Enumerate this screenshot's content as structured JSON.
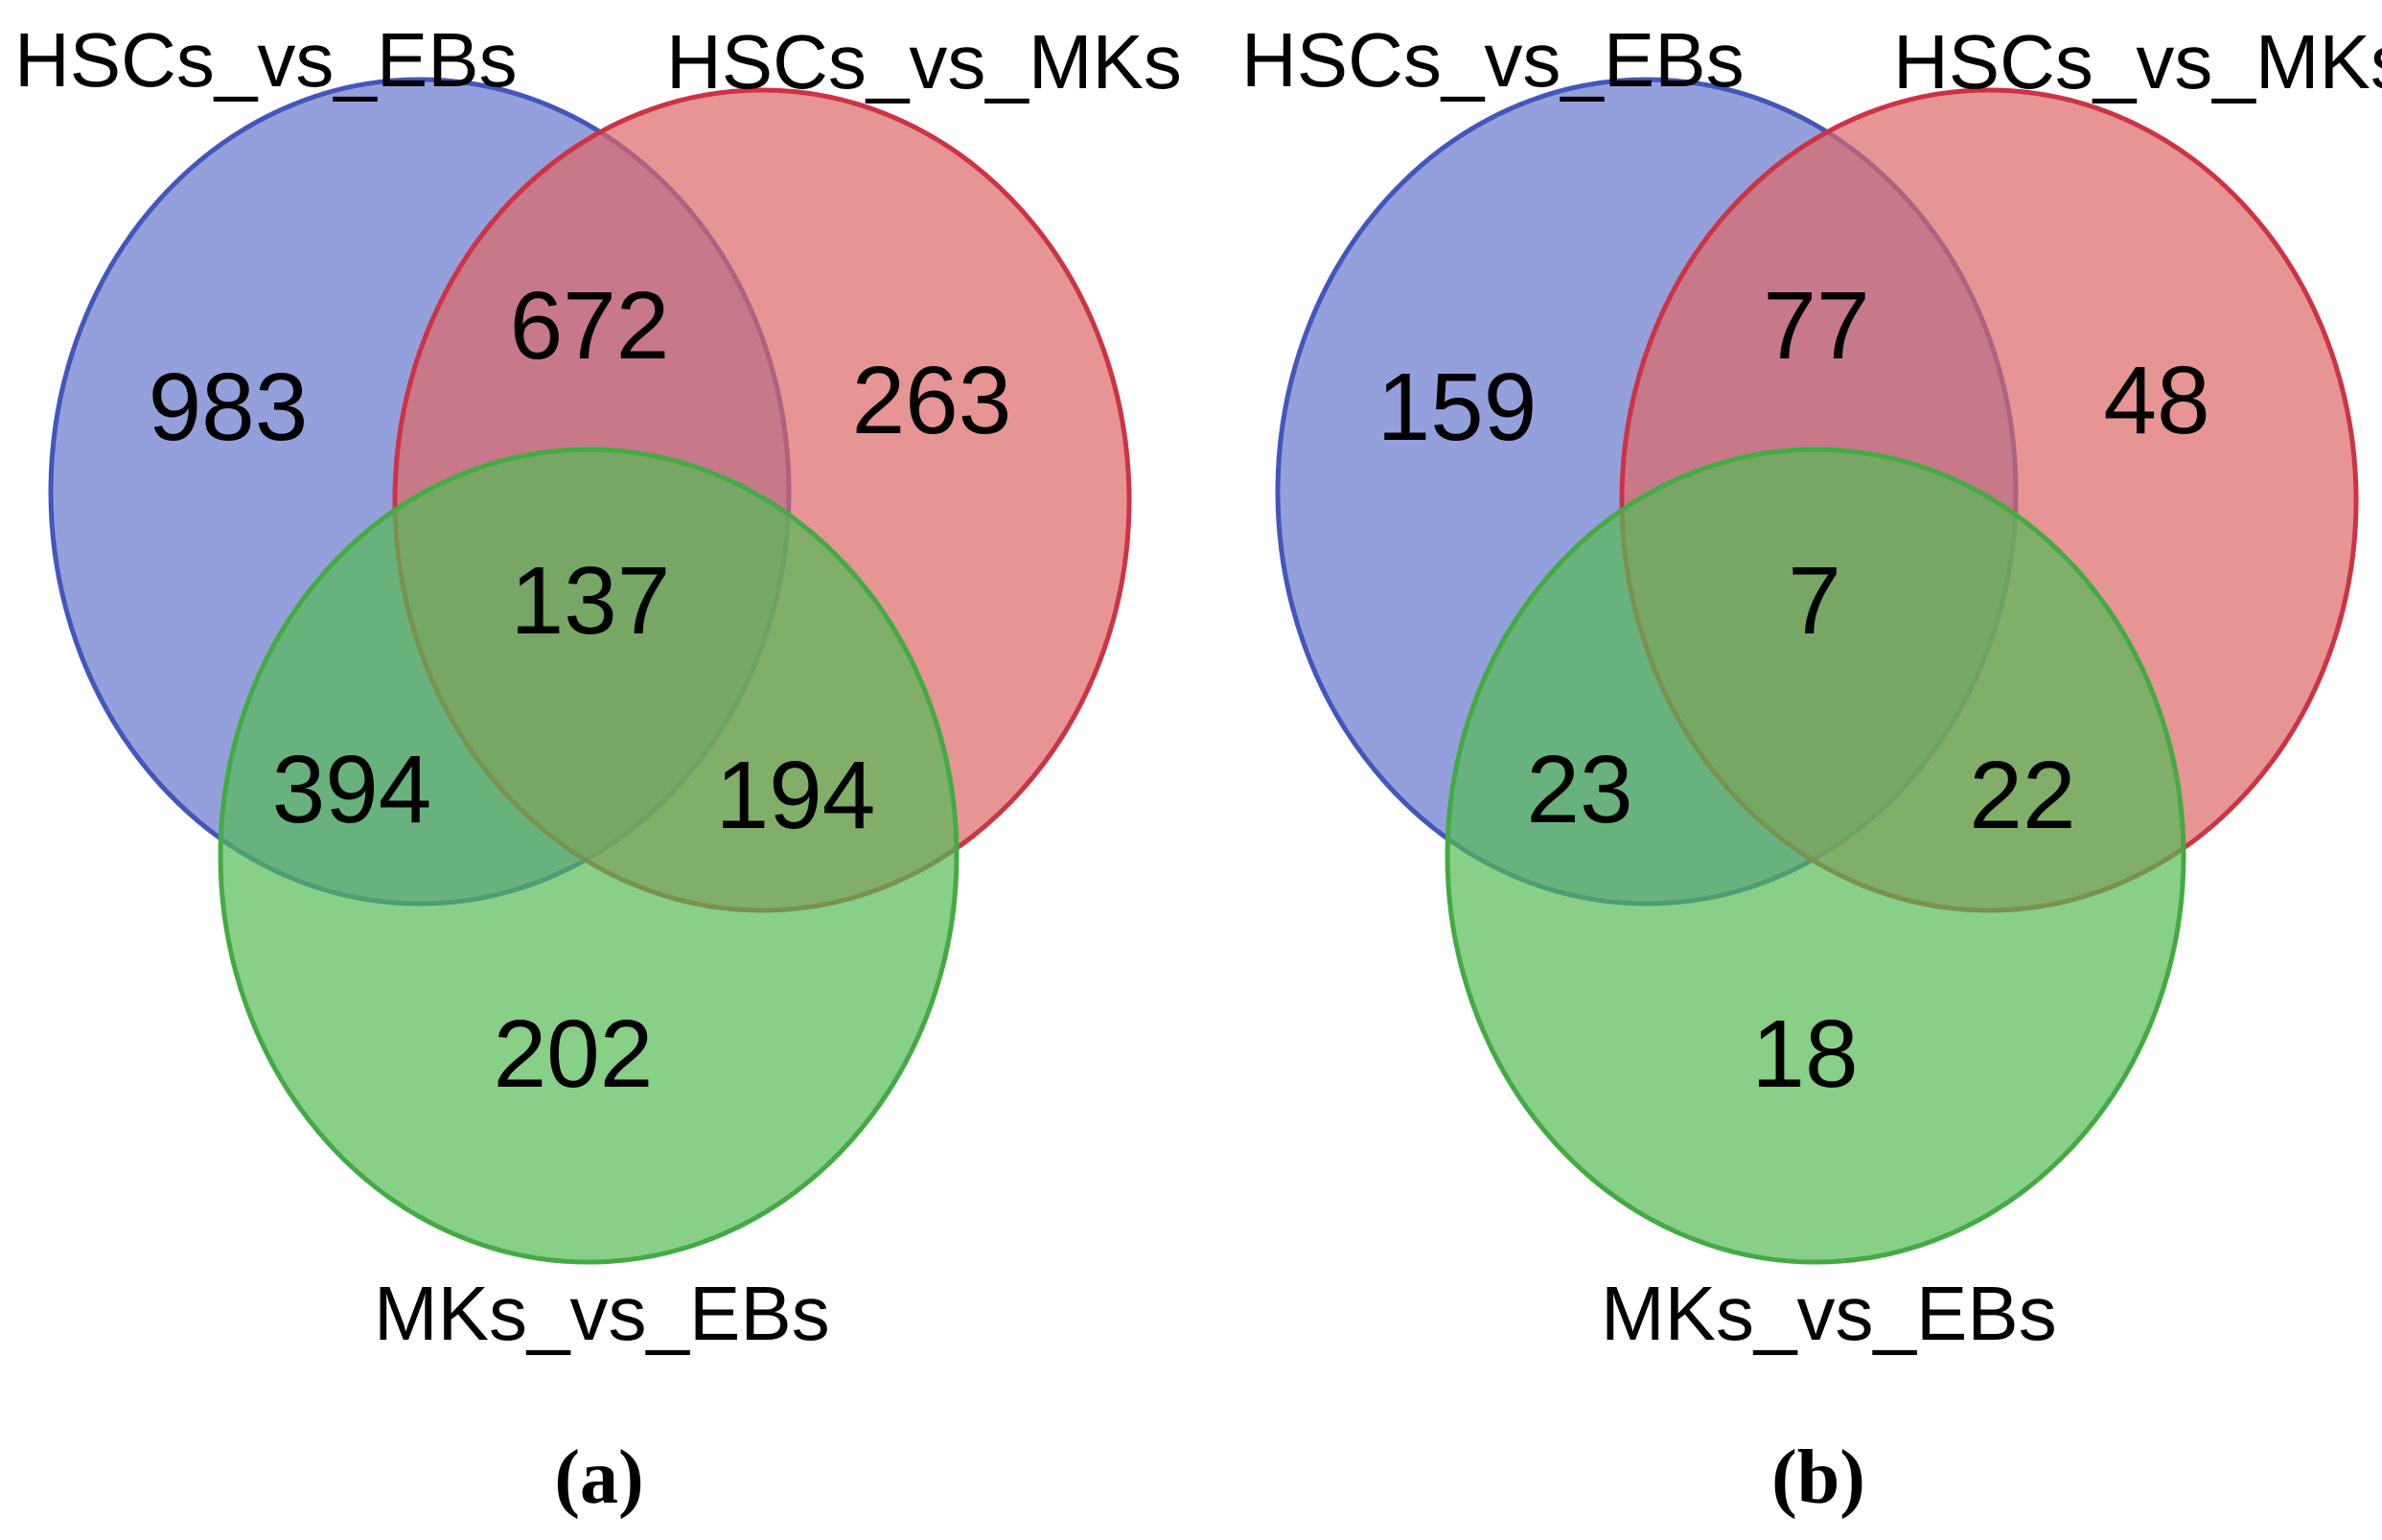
{
  "colors": {
    "set_a_fill": "#6677cc",
    "set_a_stroke": "#4455bb",
    "set_b_fill": "#dd6666",
    "set_b_stroke": "#cc3344",
    "set_c_fill": "#55bb55",
    "set_c_stroke": "#44aa44",
    "background": "#ffffff"
  },
  "panels": [
    {
      "panel_label": "(a)",
      "set_a_label": "HSCs_vs_EBs",
      "set_b_label": "HSCs_vs_MKs",
      "set_c_label": "MKs_vs_EBs",
      "counts": {
        "a_only": "983",
        "a_b": "672",
        "b_only": "263",
        "a_b_c": "137",
        "a_c": "394",
        "b_c": "194",
        "c_only": "202"
      }
    },
    {
      "panel_label": "(b)",
      "set_a_label": "HSCs_vs_EBs",
      "set_b_label": "HSCs_vs_MKs",
      "set_c_label": "MKs_vs_EBs",
      "counts": {
        "a_only": "159",
        "a_b": "77",
        "b_only": "48",
        "a_b_c": "7",
        "a_c": "23",
        "b_c": "22",
        "c_only": "18"
      }
    }
  ]
}
